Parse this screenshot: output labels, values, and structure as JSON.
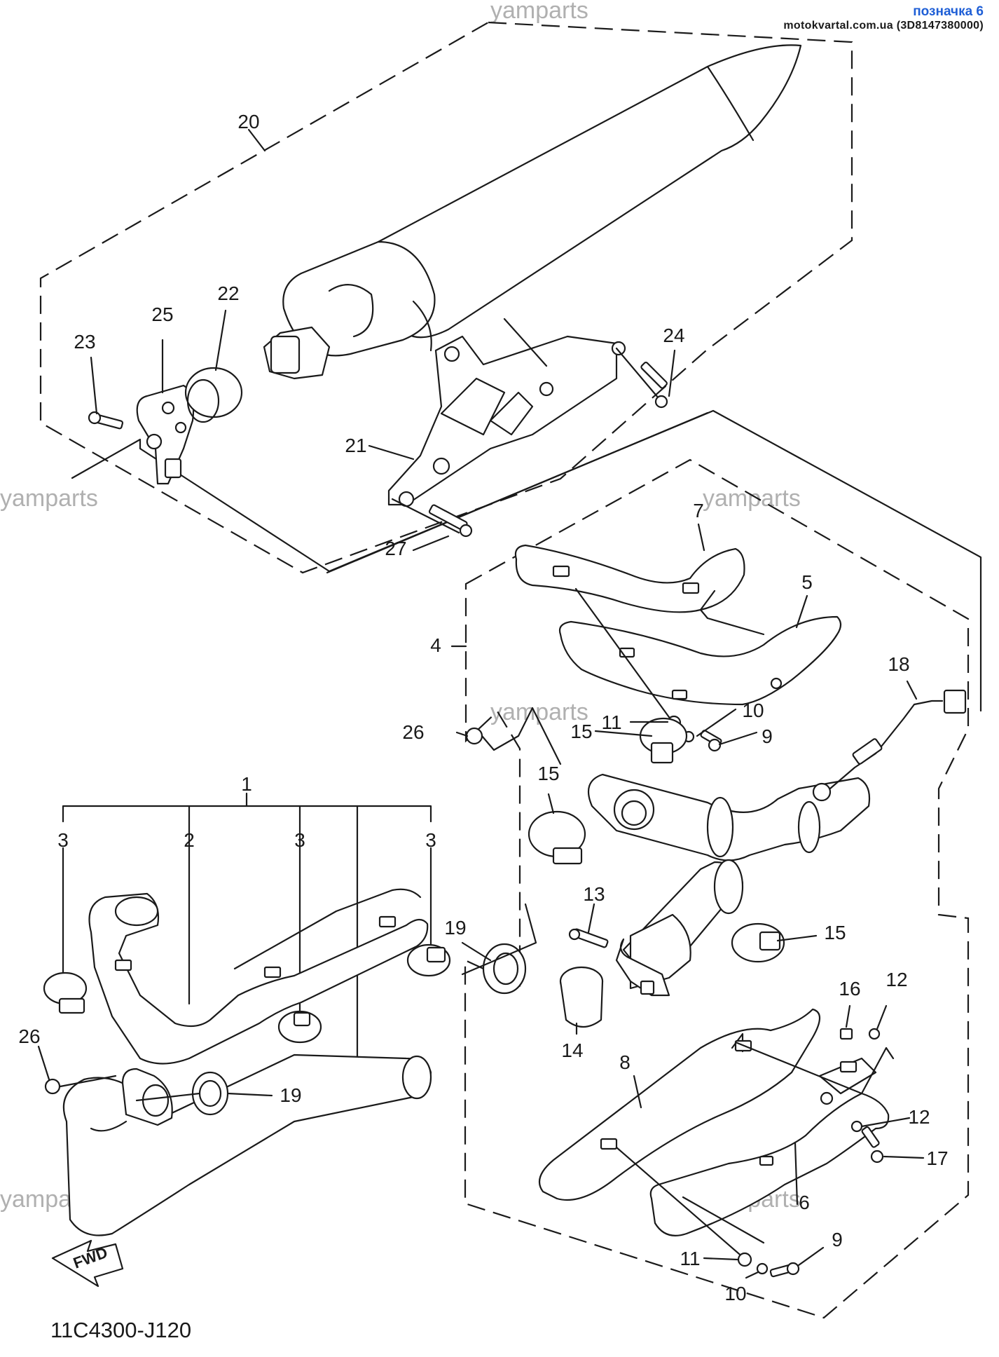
{
  "header": {
    "designation": "позначка 6",
    "source": "motokvartal.com.ua (3D8147380000)"
  },
  "watermark": "yamparts",
  "diagram_code": "11C4300-J120",
  "fwd_label": "FWD",
  "callouts": [
    "1",
    "2",
    "3",
    "4",
    "5",
    "6",
    "7",
    "8",
    "9",
    "10",
    "11",
    "12",
    "13",
    "14",
    "15",
    "16",
    "17",
    "18",
    "19",
    "20",
    "21",
    "22",
    "23",
    "24",
    "25",
    "26",
    "27"
  ]
}
